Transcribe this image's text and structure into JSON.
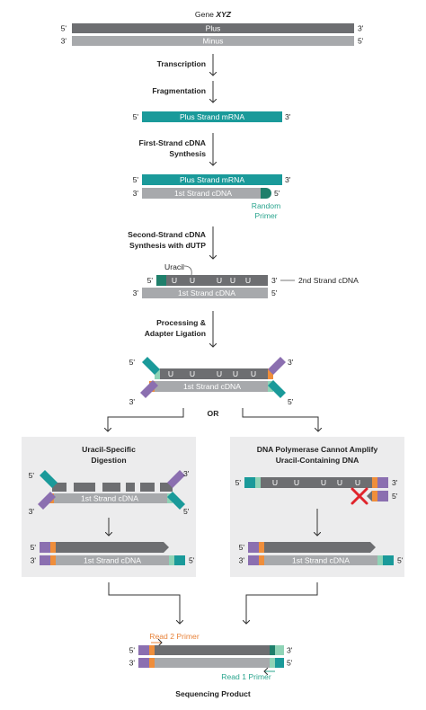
{
  "colors": {
    "dark_gray": "#6d6e71",
    "light_gray": "#a7a9ac",
    "teal": "#1a9a9a",
    "dark_teal": "#1f7f6b",
    "light_green": "#8fd3b6",
    "orange": "#ef8e3b",
    "purple": "#8b6fb0",
    "red": "#e0242c",
    "panel_bg": "#ececed"
  },
  "gene": {
    "prefix": "Gene ",
    "name": "XYZ",
    "plus": "Plus",
    "minus": "Minus"
  },
  "ends": {
    "five": "5'",
    "three": "3'"
  },
  "steps": {
    "transcription": "Transcription",
    "fragmentation": "Fragmentation",
    "first_strand_1": "First-Strand cDNA",
    "first_strand_2": "Synthesis",
    "second_strand_1": "Second-Strand cDNA",
    "second_strand_2": "Synthesis with dUTP",
    "processing_1": "Processing &",
    "processing_2": "Adapter Ligation"
  },
  "labels": {
    "plus_mrna": "Plus Strand mRNA",
    "first_cdna": "1st Strand cDNA",
    "random_primer_1": "Random",
    "random_primer_2": "Primer",
    "uracil": "Uracil",
    "second_cdna": "2nd Strand cDNA",
    "uracil_base": "U",
    "or": "OR",
    "read2_primer": "Read 2 Primer",
    "read1_primer": "Read 1 Primer",
    "sequencing_product": "Sequencing Product"
  },
  "panels": {
    "left_title_1": "Uracil-Specific",
    "left_title_2": "Digestion",
    "right_title_1": "DNA Polymerase Cannot Amplify",
    "right_title_2": "Uracil-Containing DNA"
  }
}
